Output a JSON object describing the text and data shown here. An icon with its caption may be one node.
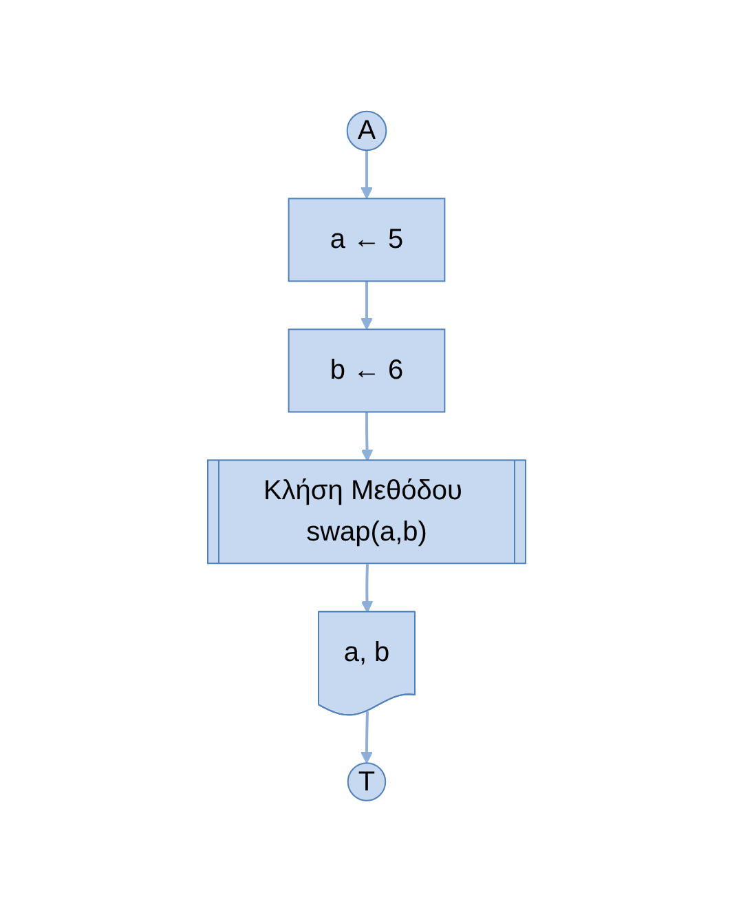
{
  "diagram": {
    "nodes": [
      {
        "text": [
          "A"
        ]
      },
      {
        "text": [
          "a ← 5"
        ]
      },
      {
        "text": [
          "b ← 6"
        ]
      },
      {
        "text": [
          "Κλήση Μεθόδου swap(a,b)"
        ]
      },
      {
        "text": [
          "a, b"
        ]
      },
      {
        "text": [
          "T"
        ]
      }
    ],
    "edges": [
      {
        "from": 0,
        "to": 1,
        "arrow": "to"
      },
      {
        "from": 1,
        "to": 2,
        "arrow": "to"
      },
      {
        "from": 2,
        "to": 3,
        "arrow": "to"
      },
      {
        "from": 3,
        "to": 4,
        "arrow": "to"
      },
      {
        "from": 4,
        "to": 5,
        "arrow": "to"
      }
    ]
  }
}
